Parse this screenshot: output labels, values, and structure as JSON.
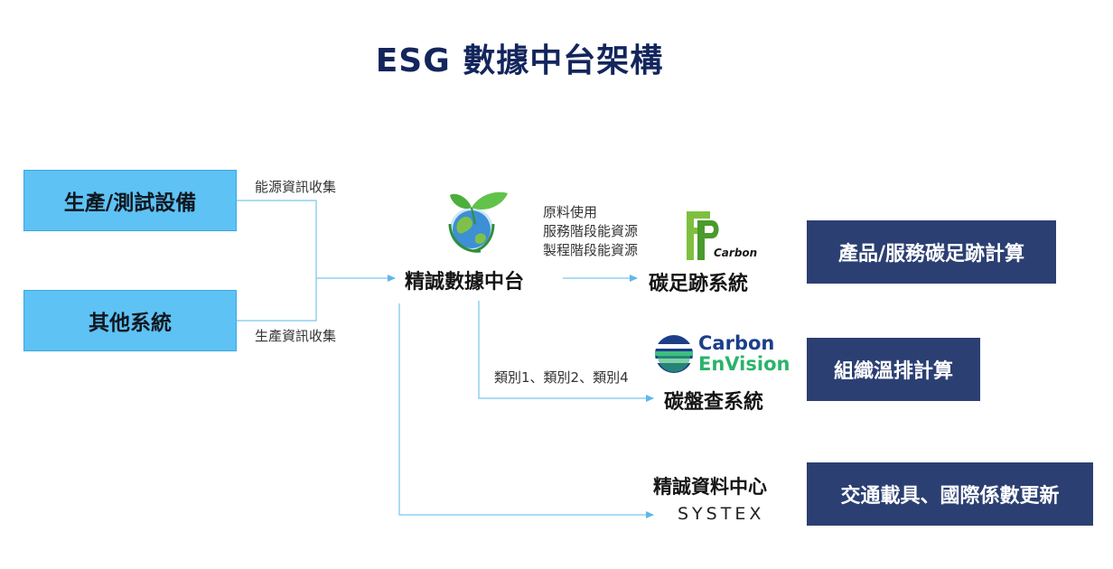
{
  "title": "ESG  數據中台架構",
  "sources": {
    "production": "生產/測試設備",
    "other": "其他系統"
  },
  "edge_labels": {
    "energy_collect": "能源資訊收集",
    "production_collect": "生產資訊收集",
    "footprint_lines": [
      "原料使用",
      "服務階段能資源",
      "製程階段能資源"
    ],
    "inventory_categories": "類別1、類別2、類別4"
  },
  "hub": {
    "label": "精誠數據中台"
  },
  "systems": {
    "footprint": {
      "label": "碳足跡系統",
      "brand": "Carbon"
    },
    "inventory": {
      "label": "碳盤查系統",
      "brand_line1": "Carbon",
      "brand_line2": "EnVision"
    },
    "datacenter": {
      "label": "精誠資料中心",
      "brand": "SYSTEX"
    }
  },
  "outputs": {
    "footprint_calc": "產品/服務碳足跡計算",
    "org_emission": "組織溫排計算",
    "vehicle_update": "交通載具、國際係數更新"
  },
  "colors": {
    "title": "#13255c",
    "source_box": "#5ec2f4",
    "output_box": "#2b3f72",
    "connector": "#8fd0f2"
  },
  "icons": {
    "hub": "globe-leaf-icon",
    "footprint": "fp-carbon-logo",
    "inventory": "carbon-envision-logo",
    "arrow": "arrow-right-icon"
  }
}
